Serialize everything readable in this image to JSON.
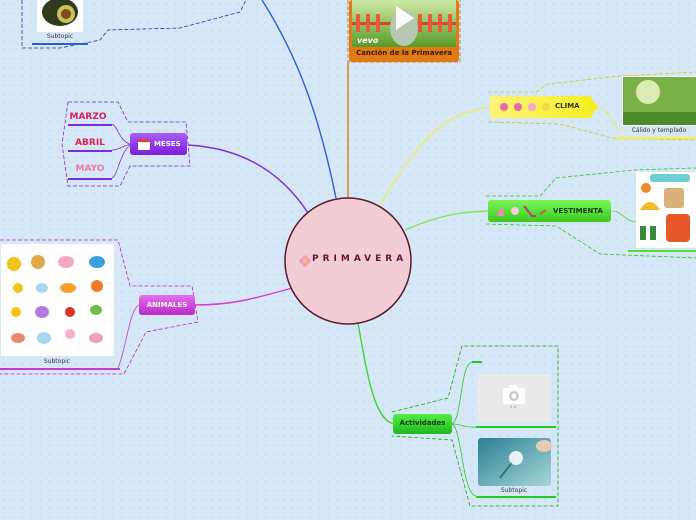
{
  "central": {
    "title": "PRIMAVERA"
  },
  "topic_video": {
    "label": "Canción de la Primavera",
    "watermark": "vevo"
  },
  "topic_clima": {
    "label": "CLIMA",
    "caption": "Cálido y templado"
  },
  "topic_vestimenta": {
    "label": "VESTIMENTA"
  },
  "topic_meses": {
    "label": "MESES",
    "months": [
      "MARZO",
      "ABRIL",
      "MAYO"
    ]
  },
  "topic_animales": {
    "label": "ANIMALES",
    "caption": "Subtopic"
  },
  "topic_actividades": {
    "label": "Actividades",
    "caption": "Subtopic"
  },
  "topic_top_left": {
    "caption": "Subtopic"
  },
  "colors": {
    "central_fill": "#f2cdd5",
    "central_stroke": "#5a1a2a",
    "clima": "#f5f23a",
    "vestimenta": "#55dd33",
    "meses": "#8b2fe0",
    "animales": "#c23ccf",
    "actividades": "#22cc22",
    "video_frame": "#e07a14",
    "blue_branch": "#2b5fd9"
  }
}
